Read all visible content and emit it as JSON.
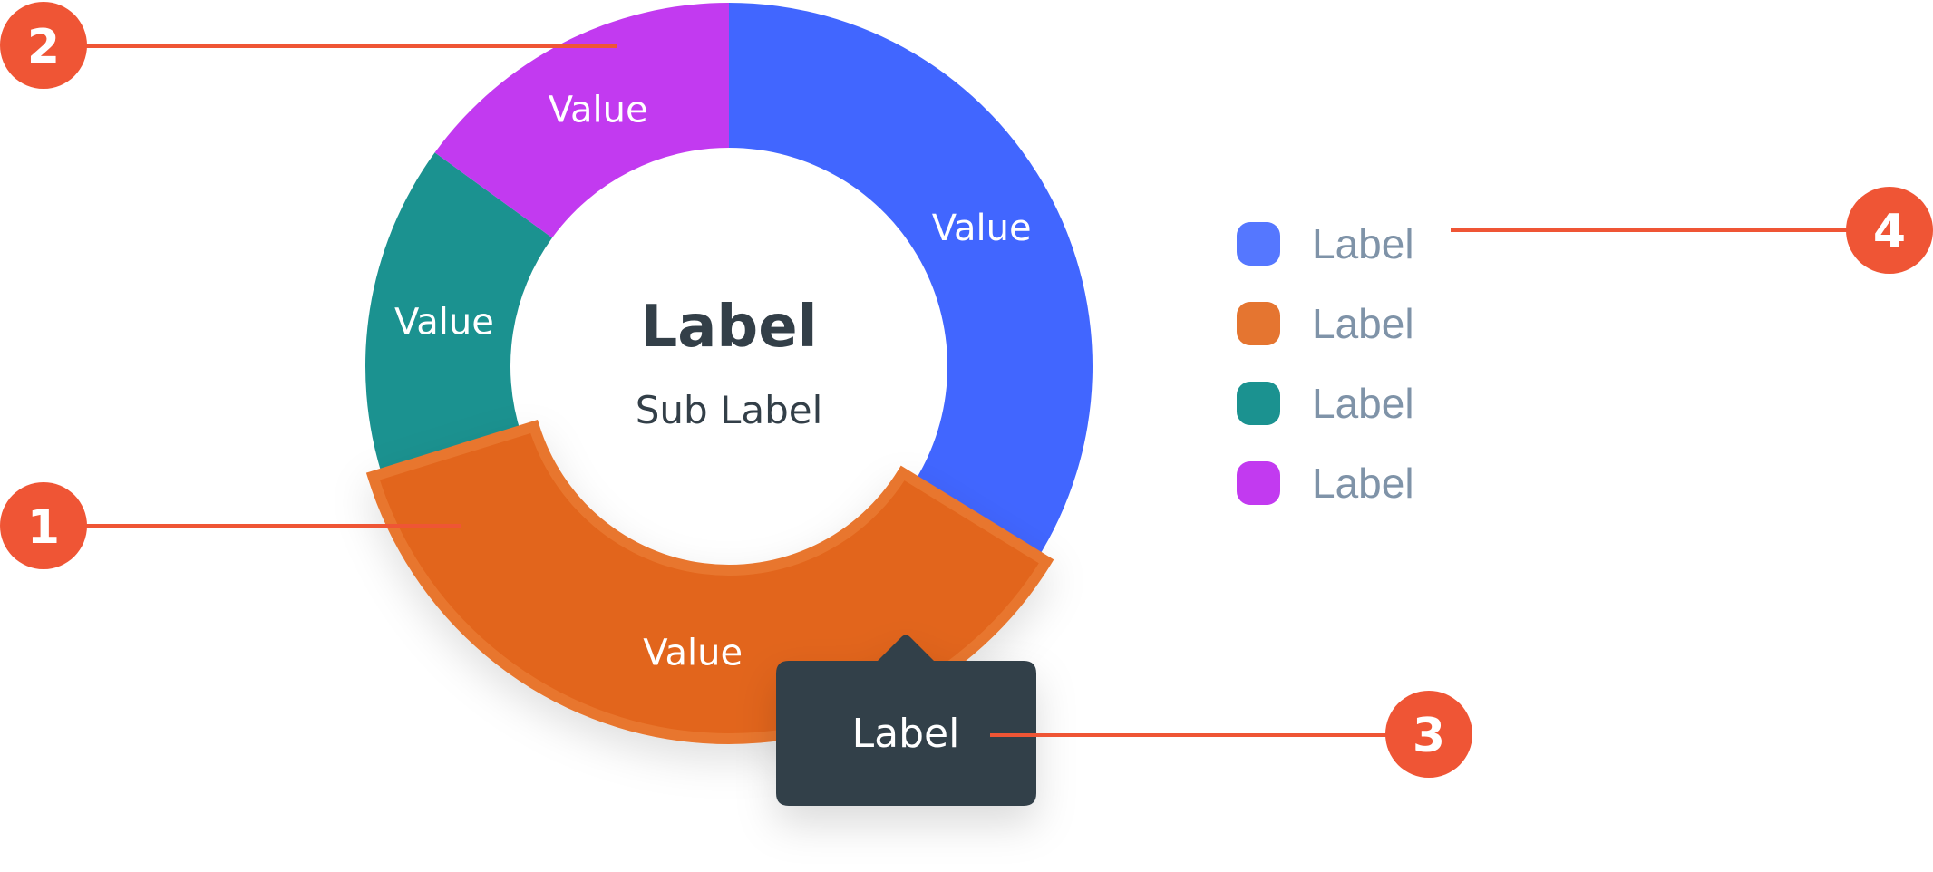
{
  "chart_data": {
    "type": "pie",
    "variant": "donut",
    "title": "Label",
    "subtitle": "Sub Label",
    "start": "12 o'clock",
    "direction": "clockwise",
    "series": [
      {
        "name": "Label",
        "value": 34,
        "value_label": "Value",
        "color": "#4166ff",
        "legend_color": "#5577ff",
        "highlighted": false
      },
      {
        "name": "Label",
        "value": 36,
        "value_label": "Value",
        "color": "#e2651a",
        "legend_color": "#e57530",
        "highlighted": true,
        "highlight_stroke": "#e8762f"
      },
      {
        "name": "Label",
        "value": 15,
        "value_label": "Value",
        "color": "#1b9290",
        "legend_color": "#1b9290",
        "highlighted": false
      },
      {
        "name": "Label",
        "value": 15,
        "value_label": "Value",
        "color": "#c23af0",
        "legend_color": "#c23af0",
        "highlighted": false
      }
    ],
    "legend": {
      "placement": "right",
      "items": [
        "Label",
        "Label",
        "Label",
        "Label"
      ]
    },
    "tooltip": {
      "text": "Label",
      "target_series": 1,
      "background": "#333f48"
    }
  },
  "callouts": [
    {
      "number": "1",
      "target": "highlighted-segment"
    },
    {
      "number": "2",
      "target": "segment"
    },
    {
      "number": "3",
      "target": "tooltip"
    },
    {
      "number": "4",
      "target": "legend"
    }
  ],
  "colors": {
    "callout": "#ef5535",
    "text_dark": "#333f48",
    "legend_text": "#7f93a8"
  }
}
